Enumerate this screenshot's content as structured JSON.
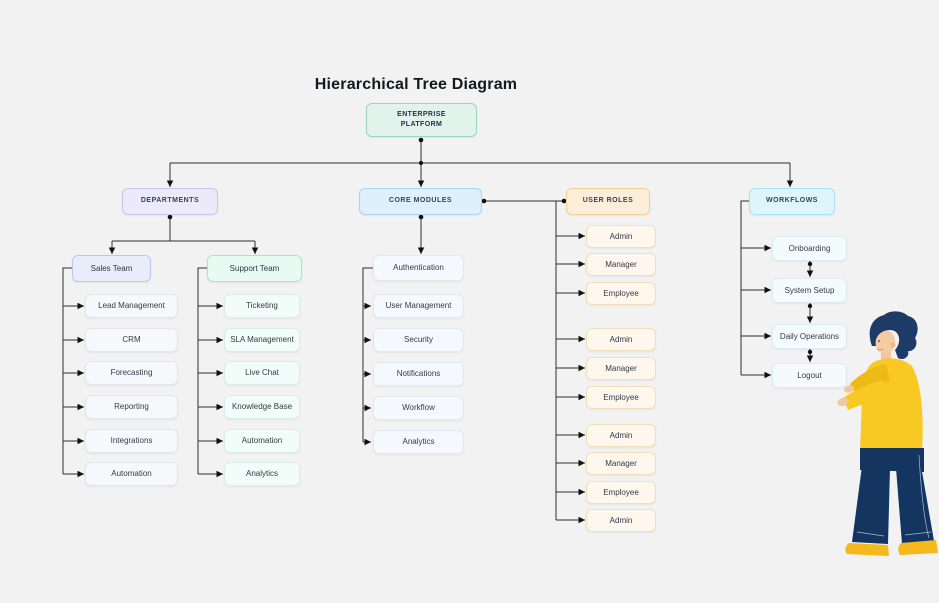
{
  "title": "Hierarchical Tree Diagram",
  "root": {
    "label": "ENTERPRISE PLATFORM"
  },
  "branches": {
    "departments": {
      "label": "DEPARTMENTS",
      "teams": {
        "sales": {
          "label": "Sales Team",
          "children": [
            "Lead Management",
            "CRM",
            "Forecasting",
            "Reporting",
            "Integrations",
            "Automation"
          ]
        },
        "support": {
          "label": "Support Team",
          "children": [
            "Ticketing",
            "SLA Management",
            "Live Chat",
            "Knowledge Base",
            "Automation",
            "Analytics"
          ]
        }
      }
    },
    "core_modules": {
      "label": "CORE MODULES",
      "children": [
        "Authentication",
        "User Management",
        "Security",
        "Notifications",
        "Workflow",
        "Analytics"
      ]
    },
    "user_roles": {
      "label": "USER ROLES",
      "children": [
        "Admin",
        "Manager",
        "Employee",
        "Admin",
        "Manager",
        "Employee",
        "Admin",
        "Manager",
        "Employee",
        "Admin"
      ]
    },
    "workflows": {
      "label": "WORKFLOWS",
      "children": [
        "Onboarding",
        "System Setup",
        "Daily Operations",
        "Logout"
      ]
    }
  },
  "colors": {
    "background": "#f2f2f3",
    "connector_line": "#2e2e2e",
    "root_fill": "#e2f3ec",
    "root_border": "#9bd6bb",
    "departments_fill": "#ebe9fa",
    "departments_border": "#ccc5ef",
    "core_modules_fill": "#def0fb",
    "core_modules_border": "#a9d6f3",
    "user_roles_fill": "#fdeeda",
    "user_roles_border": "#f3cf9b",
    "workflows_fill": "#def5fb",
    "workflows_border": "#a9e2f3",
    "sales_team_fill": "#e9ecfa",
    "support_team_fill": "#e7fbf2",
    "illustration_shirt": "#f8c823",
    "illustration_pants": "#14355f",
    "illustration_skin": "#f4cba3",
    "illustration_hair": "#1e3a66"
  }
}
